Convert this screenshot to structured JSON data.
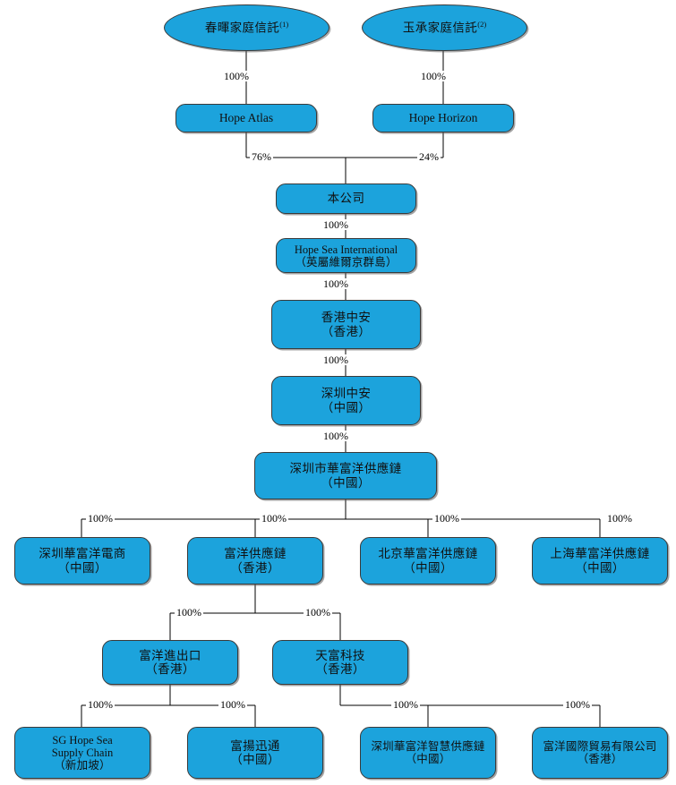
{
  "diagram": {
    "title": "Corporate shareholding structure chart",
    "accent_color": "#1CA3DC",
    "border_color": "#3a3a3a",
    "line_color": "#000000",
    "background_color": "#ffffff"
  },
  "nodes": {
    "chunhui_trust": {
      "line1": "春暉家庭信託",
      "footnote": "(1)"
    },
    "yucheng_trust": {
      "line1": "玉承家庭信託",
      "footnote": "(2)"
    },
    "hope_atlas": {
      "line1": "Hope Atlas"
    },
    "hope_horizon": {
      "line1": "Hope Horizon"
    },
    "company": {
      "line1": "本公司"
    },
    "hope_sea_international": {
      "line1": "Hope Sea International",
      "line2": "（英屬維爾京群島）"
    },
    "hk_zhongan": {
      "line1": "香港中安",
      "line2": "（香港）"
    },
    "sz_zhongan": {
      "line1": "深圳中安",
      "line2": "（中國）"
    },
    "sz_huafuyang_sc": {
      "line1": "深圳市華富洋供應鏈",
      "line2": "（中國）"
    },
    "sz_huafuyang_ec": {
      "line1": "深圳華富洋電商",
      "line2": "（中國）"
    },
    "fuyang_sc_hk": {
      "line1": "富洋供應鏈",
      "line2": "（香港）"
    },
    "bj_huafuyang_sc": {
      "line1": "北京華富洋供應鏈",
      "line2": "（中國）"
    },
    "sh_huafuyang_sc": {
      "line1": "上海華富洋供應鏈",
      "line2": "（中國）"
    },
    "fuyang_import_export": {
      "line1": "富洋進出口",
      "line2": "（香港）"
    },
    "tianfu_tech": {
      "line1": "天富科技",
      "line2": "（香港）"
    },
    "sg_hope_sea": {
      "line1": "SG Hope Sea",
      "line2": "Supply Chain",
      "line3": "（新加坡）"
    },
    "fuyang_xuntong": {
      "line1": "富揚迅通",
      "line2": "（中國）"
    },
    "sz_huafuyang_smart": {
      "line1": "深圳華富洋智慧供應鏈",
      "line2": "（中國）"
    },
    "fuyang_intl_trade": {
      "line1": "富洋國際貿易有限公司",
      "line2": "（香港）"
    }
  },
  "edge_labels": {
    "chunhui_to_atlas": "100%",
    "yucheng_to_horizon": "100%",
    "atlas_to_company": "76%",
    "horizon_to_company": "24%",
    "company_to_hsi": "100%",
    "hsi_to_hkza": "100%",
    "hkza_to_szza": "100%",
    "szza_to_szhfy": "100%",
    "szhfy_to_ec": "100%",
    "szhfy_to_fyschk": "100%",
    "szhfy_to_bj": "100%",
    "szhfy_to_sh": "100%",
    "fyschk_to_ie": "100%",
    "fyschk_to_tianfu": "100%",
    "ie_to_sg": "100%",
    "ie_to_xuntong": "100%",
    "tianfu_to_smart": "100%",
    "tianfu_to_intl": "100%"
  }
}
